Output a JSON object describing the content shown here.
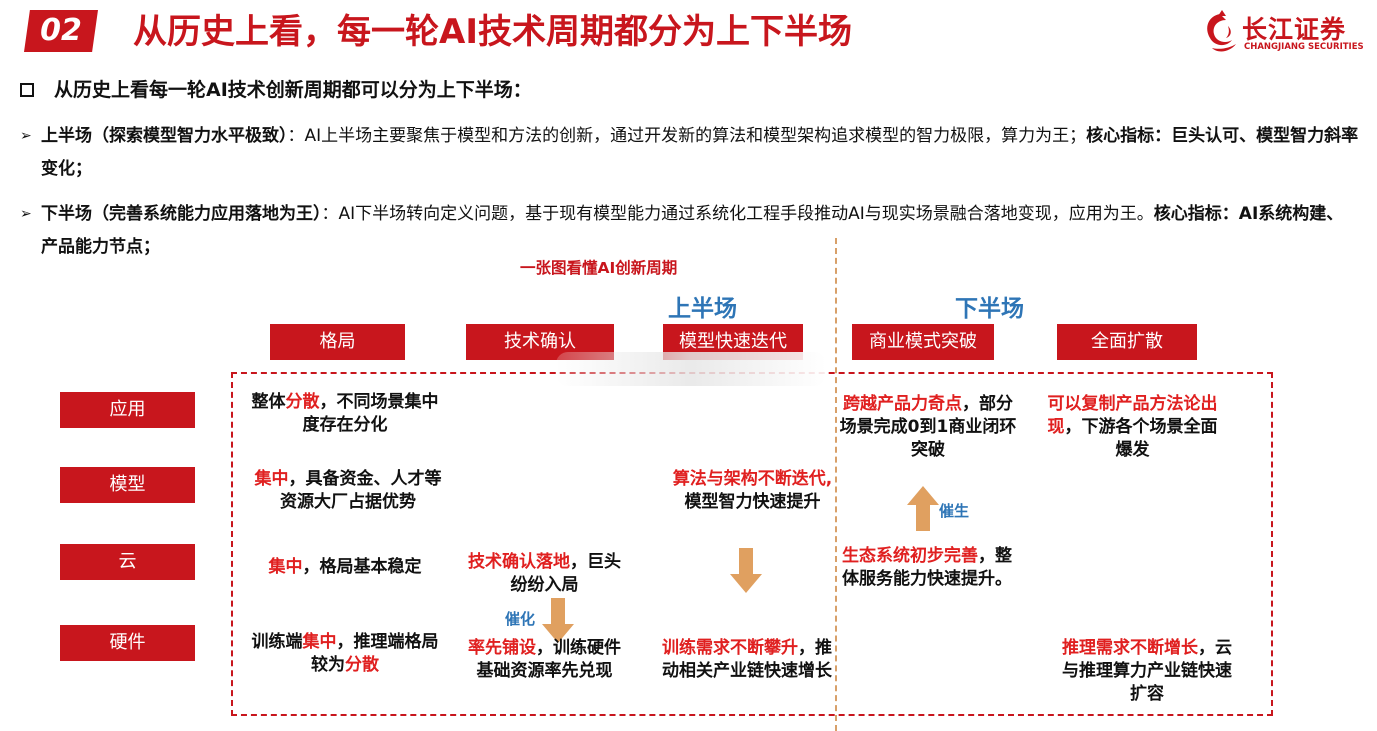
{
  "header": {
    "section_number": "02",
    "title": "从历史上看，每一轮AI技术周期都分为上下半场",
    "logo_cn": "长江证券",
    "logo_en": "CHANGJIANG SECURITIES"
  },
  "subheading": "从历史上看每一轮AI技术创新周期都可以分为上下半场：",
  "bullets": [
    {
      "bold_lead": "上半场（探索模型智力水平极致）",
      "text": "：AI上半场主要聚焦于模型和方法的创新，通过开发新的算法和模型架构追求模型的智力极限，算力为王；",
      "bold_tail": "核心指标：巨头认可、模型智力斜率变化；"
    },
    {
      "bold_lead": "下半场（完善系统能力应用落地为王）",
      "text": "：AI下半场转向定义问题，基于现有模型能力通过系统化工程手段推动AI与现实场景融合落地变现，应用为王。",
      "bold_tail": "核心指标：AI系统构建、产品能力节点；"
    }
  ],
  "diagram": {
    "title": "一张图看懂AI创新周期",
    "upper_half": "上半场",
    "lower_half": "下半场",
    "columns": [
      "格局",
      "技术确认",
      "模型快速迭代",
      "商业模式突破",
      "全面扩散"
    ],
    "rows": [
      "应用",
      "模型",
      "云",
      "硬件"
    ],
    "cells": {
      "c1_app_red": "分散",
      "c1_app_pre": "整体",
      "c1_app_post": "，不同场景集中度存在分化",
      "c1_model_red": "集中",
      "c1_model_post": "，具备资金、人才等资源大厂占据优势",
      "c1_cloud_red": "集中",
      "c1_cloud_post": "，格局基本稳定",
      "c1_hw_pre": "训练端",
      "c1_hw_red1": "集中",
      "c1_hw_mid": "，推理端格局较为",
      "c1_hw_red2": "分散",
      "c2_cloud_red": "技术确认落地",
      "c2_cloud_post": "，巨头纷纷入局",
      "c2_hw_red": "率先铺设",
      "c2_hw_post": "，训练硬件基础资源率先兑现",
      "c3_model_red": "算法与架构不断迭代,",
      "c3_model_post": "模型智力快速提升",
      "c3_hw_red": "训练需求不断攀升",
      "c3_hw_post": "，推动相关产业链快速增长",
      "c4_app_red": "跨越产品力奇点",
      "c4_app_post": "，部分场景完成0到1商业闭环突破",
      "c4_cloud_red": "生态系统初步完善",
      "c4_cloud_post": "，整体服务能力快速提升。",
      "c5_app_red": "可以复制产品方法论出现",
      "c5_app_post": "，下游各个场景全面爆发",
      "c5_hw_red": "推理需求不断增长",
      "c5_hw_post": "，云与推理算力产业链快速扩容"
    },
    "catalyze_label": "催化",
    "spawn_label": "催生"
  },
  "colors": {
    "brand_red": "#c8161d",
    "highlight_red": "#e02020",
    "blue": "#2e75b6",
    "arrow_orange": "#e0a060"
  }
}
